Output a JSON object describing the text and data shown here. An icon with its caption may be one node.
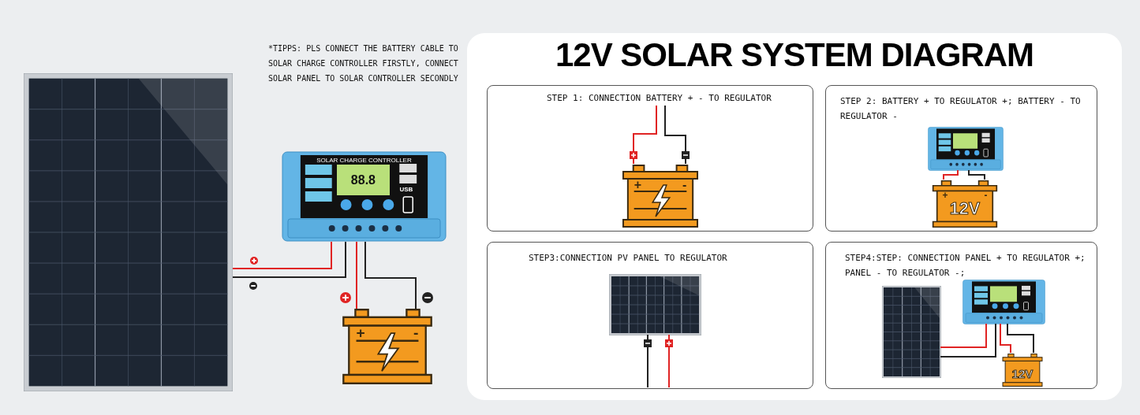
{
  "diagram": {
    "title": "12V SOLAR SYSTEM DIAGRAM",
    "nodes": [
      {
        "text": [],
        "shape": "picture"
      },
      {
        "text": [
          "SOLAR CHARGE CONTROLLER",
          "88.8",
          "USB"
        ]
      },
      {
        "text": [
          "+",
          "-"
        ]
      },
      {
        "text": [
          "STEP 1: CONNECTION BATTERY + - TO REGULATOR"
        ]
      },
      {
        "text": [
          "+",
          "-"
        ],
        "in": 3
      },
      {
        "text": [
          "STEP 2: BATTERY + TO REGULATOR +; BATTERY - TO REGULATOR -"
        ]
      },
      {
        "text": [],
        "shape": "picture",
        "in": 5
      },
      {
        "text": [
          "+",
          "-",
          "12V"
        ],
        "in": 5
      },
      {
        "text": [
          "STEP3:CONNECTION PV PANEL TO REGULATOR"
        ]
      },
      {
        "text": [],
        "shape": "picture",
        "in": 8
      },
      {
        "text": [
          "STEP4:STEP: CONNECTION PANEL + TO REGULATOR +; PANEL - TO REGULATOR -;"
        ]
      },
      {
        "text": [],
        "shape": "picture",
        "in": 10
      },
      {
        "text": [],
        "shape": "picture",
        "in": 10
      },
      {
        "text": [
          "12V"
        ],
        "in": 10
      }
    ],
    "edges": [
      {
        "from": 0,
        "to": 1,
        "arrow": "none",
        "color": "#e02424"
      },
      {
        "from": 0,
        "to": 1,
        "arrow": "none",
        "color": "#222222"
      },
      {
        "from": 1,
        "to": 2,
        "arrow": "none",
        "color": "#e02424"
      },
      {
        "from": 1,
        "to": 2,
        "arrow": "none",
        "color": "#222222"
      },
      {
        "from": null,
        "to": 4,
        "arrow": "none",
        "color": "#e02424"
      },
      {
        "from": null,
        "to": 4,
        "arrow": "none",
        "color": "#222222"
      },
      {
        "from": 6,
        "to": 7,
        "arrow": "none",
        "color": "#e02424"
      },
      {
        "from": 6,
        "to": 7,
        "arrow": "none",
        "color": "#222222"
      },
      {
        "from": 9,
        "to": null,
        "arrow": "none",
        "color": "#222222"
      },
      {
        "from": 9,
        "to": null,
        "arrow": "none",
        "color": "#e02424"
      },
      {
        "from": 11,
        "to": 12,
        "arrow": "none",
        "color": "#e02424"
      },
      {
        "from": 11,
        "to": 12,
        "arrow": "none",
        "color": "#222222"
      },
      {
        "from": 12,
        "to": 13,
        "arrow": "none",
        "color": "#e02424"
      },
      {
        "from": 12,
        "to": 13,
        "arrow": "none",
        "color": "#222222"
      }
    ],
    "labels": [
      "*TIPPS: PLS CONNECT THE BATTERY CABLE TO SOLAR CHARGE CONTROLLER FIRSTLY, CONNECT SOLAR PANEL TO SOLAR CONTROLLER SECONDLY"
    ]
  }
}
